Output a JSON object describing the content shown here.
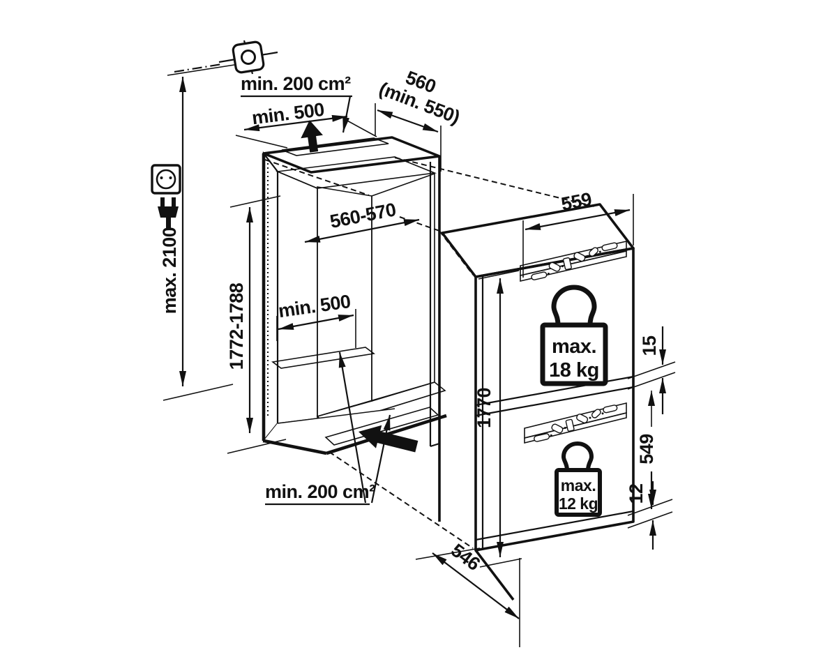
{
  "diagram": {
    "kind": "built-in appliance niche installation drawing",
    "colors": {
      "line": "#111111",
      "background": "#ffffff",
      "wall_dark": "#a2a2a2",
      "wall_light": "#c9c9c9",
      "floor": "#f1f1f1",
      "hinge_plate": "#e4e4e4"
    },
    "labels": {
      "vent_top": "min. 200 cm²",
      "clearance_top": "min. 500",
      "depth_top": "560",
      "depth_top_min": "(min. 550)",
      "max_height": "max. 2100",
      "niche_height": "1772-1788",
      "inner_width": "560-570",
      "recess_width": "min. 500",
      "vent_bottom": "min. 200 cm²",
      "appliance_width": "559",
      "appliance_height": "1770",
      "appliance_depth": "546",
      "gap_top": "15",
      "lower_section_height": "549",
      "gap_bottom": "12"
    },
    "loads": {
      "upper": {
        "line1": "max.",
        "line2": "18 kg"
      },
      "lower": {
        "line1": "max.",
        "line2": "12 kg"
      }
    },
    "icons": {
      "socket": "power-socket",
      "plug": "power-plug",
      "fixing": "wall-fixing-point",
      "airflow_up": "airflow-arrow-up",
      "airflow_out": "airflow-arrow-left"
    }
  }
}
